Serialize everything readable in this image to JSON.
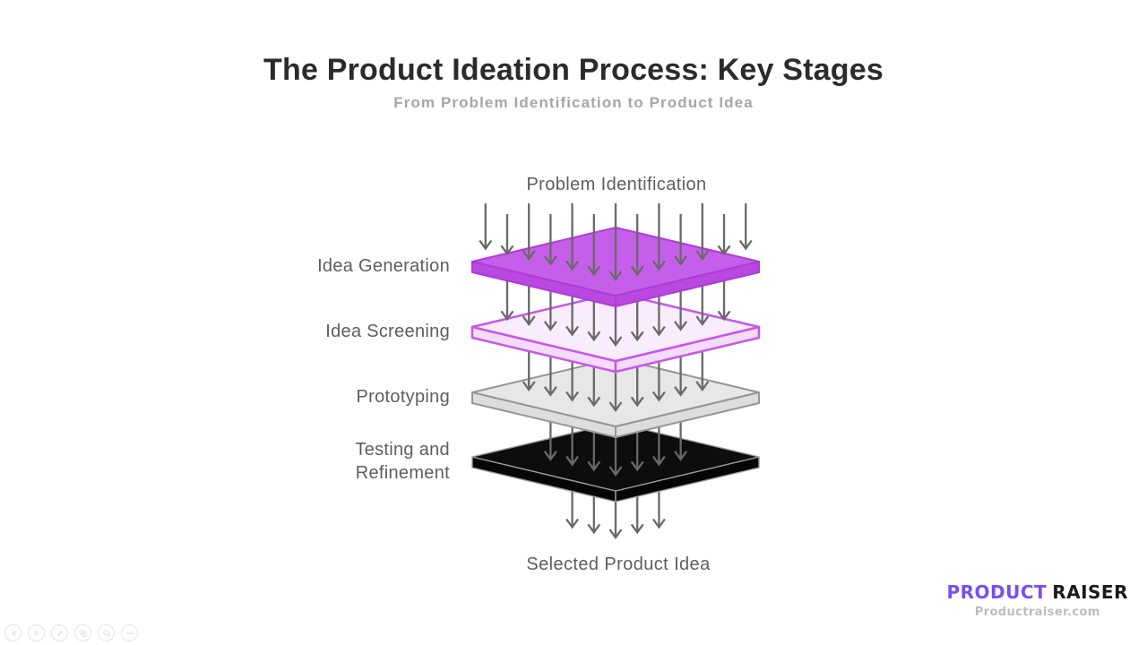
{
  "slide": {
    "title": "The Product Ideation Process: Key Stages",
    "subtitle": "From Problem Identification to Product Idea"
  },
  "diagram": {
    "input_label": "Problem Identification",
    "output_label": "Selected Product Idea",
    "stages": [
      {
        "label": "Idea Generation",
        "fill": "#c55fe9",
        "side_fill": "#b948e1",
        "stroke": "#ae3bd8",
        "stroke_width": 2
      },
      {
        "label": "Idea Screening",
        "fill": "#f9ecfc",
        "side_fill": "#f3dcf9",
        "stroke": "#c757ea",
        "stroke_width": 2.5
      },
      {
        "label": "Prototyping",
        "fill": "#e7e7e7",
        "side_fill": "#dddddd",
        "stroke": "#969696",
        "stroke_width": 2
      },
      {
        "label": "Testing and Refinement",
        "fill": "#0d0d0d",
        "side_fill": "#060606",
        "stroke": "#9c9c9c",
        "stroke_width": 1.4
      }
    ],
    "arrow_rows": [
      13,
      11,
      9,
      7,
      5
    ]
  },
  "branding": {
    "name_primary": "PRODUCT",
    "name_secondary": "RAISER",
    "website": "Productraiser.com"
  },
  "controls": {
    "buttons": [
      {
        "name": "previous",
        "icon": "previous-icon"
      },
      {
        "name": "next",
        "icon": "next-icon"
      },
      {
        "name": "edit",
        "icon": "pencil-icon"
      },
      {
        "name": "duplicate",
        "icon": "copy-icon"
      },
      {
        "name": "zoom",
        "icon": "magnifier-icon"
      },
      {
        "name": "more",
        "icon": "ellipsis-icon"
      }
    ]
  },
  "colors": {
    "title": "#2b2b2b",
    "subtitle": "#a6a6a6",
    "label": "#5e5e5e",
    "arrow": "#696969",
    "brand_primary": "#7c4cf0",
    "brand_secondary": "#1b1b1b",
    "website": "#bcbcbc",
    "controls": "#e4e4e4"
  }
}
